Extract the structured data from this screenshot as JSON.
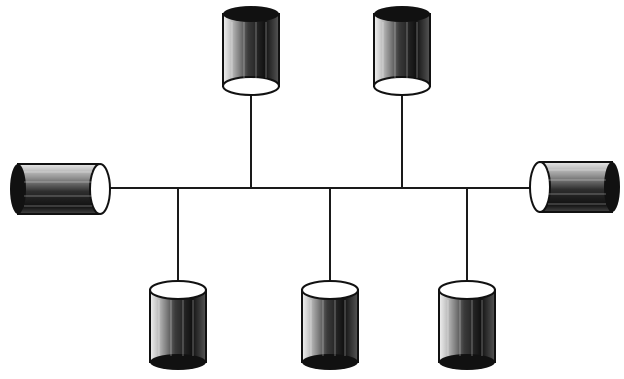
{
  "diagram": {
    "type": "bus-network",
    "nodes": [
      {
        "id": "top-left",
        "label": "",
        "orientation": "vertical",
        "cap": "bottom"
      },
      {
        "id": "top-right",
        "label": "",
        "orientation": "vertical",
        "cap": "bottom"
      },
      {
        "id": "left",
        "label": "",
        "orientation": "horizontal",
        "cap": "right"
      },
      {
        "id": "right",
        "label": "",
        "orientation": "horizontal",
        "cap": "left"
      },
      {
        "id": "bottom-left",
        "label": "",
        "orientation": "vertical",
        "cap": "top"
      },
      {
        "id": "bottom-middle",
        "label": "",
        "orientation": "vertical",
        "cap": "top"
      },
      {
        "id": "bottom-right",
        "label": "",
        "orientation": "vertical",
        "cap": "top"
      }
    ],
    "colors": {
      "ink": "#111111",
      "background": "#ffffff"
    }
  }
}
